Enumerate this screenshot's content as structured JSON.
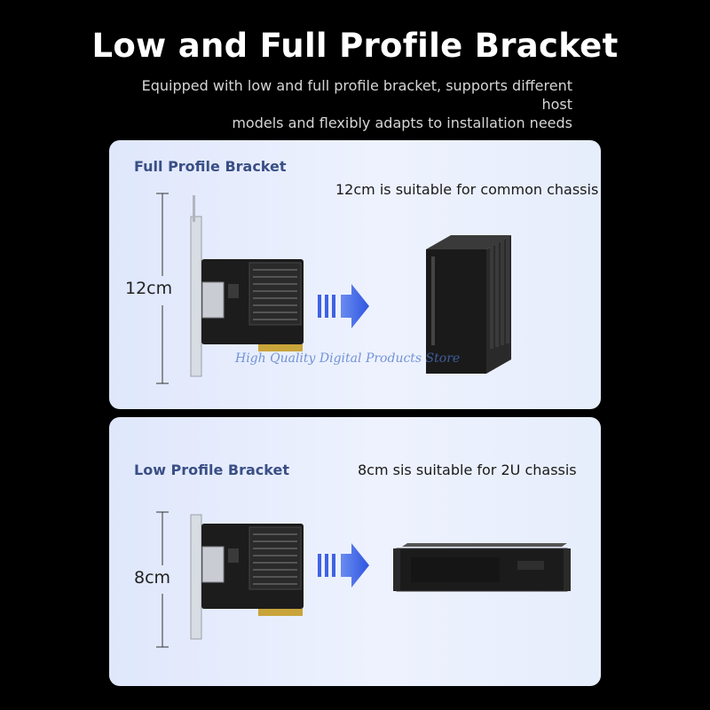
{
  "header": {
    "title": "Low and Full Profile Bracket",
    "subtitle_line1": "Equipped with low and full profile bracket, supports different host",
    "subtitle_line2": "models and flexibly adapts to installation needs"
  },
  "full_profile": {
    "label": "Full Profile Bracket",
    "description": "12cm is suitable for common chassis",
    "height": "12cm"
  },
  "low_profile": {
    "label": "Low Profile Bracket",
    "description": "8cm sis suitable for 2U chassis",
    "height": "8cm"
  },
  "watermark": "High Quality Digital Products Store",
  "colors": {
    "accent_blue": "#3a63e6",
    "label_blue": "#3a4f86",
    "panel_bg": "#e6edfb"
  }
}
